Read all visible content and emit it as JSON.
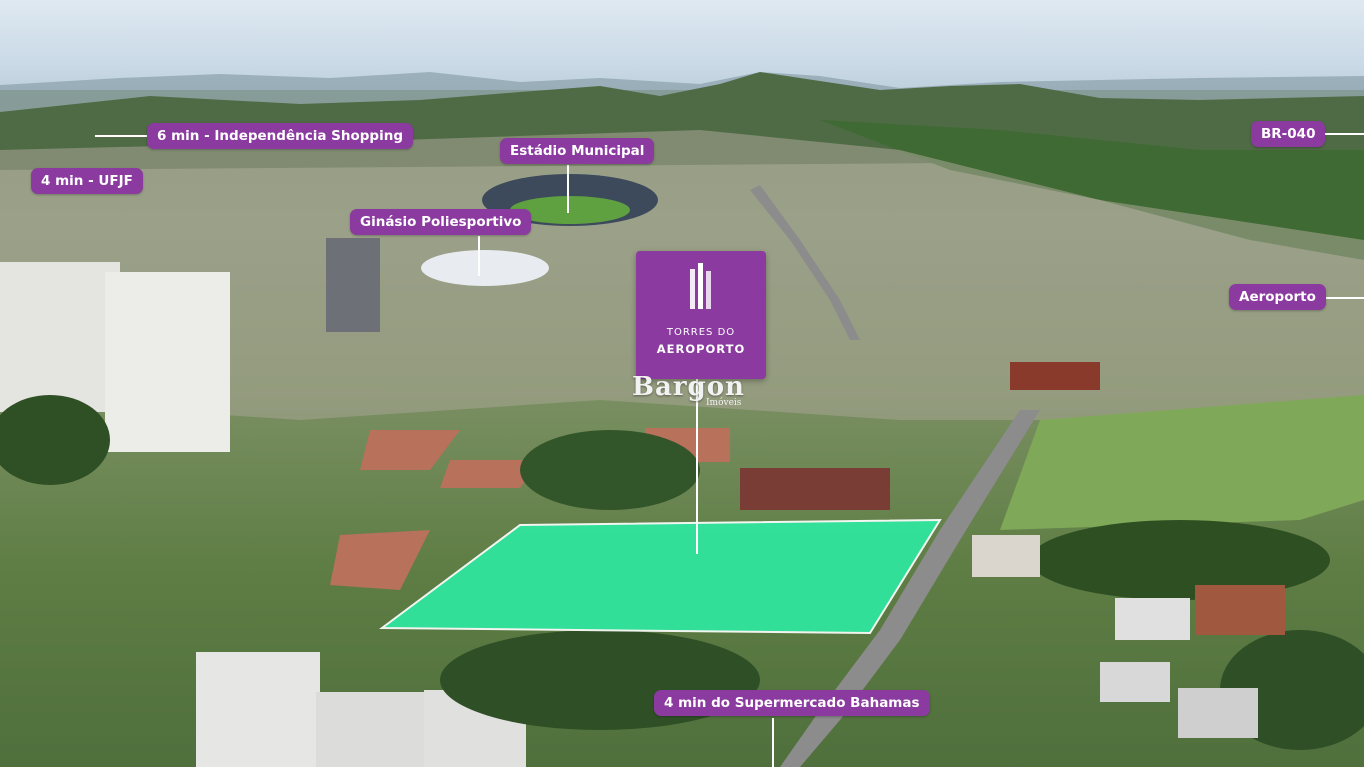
{
  "labels": {
    "ufjf": "4 min - UFJF",
    "shopping": "6 min - Independência Shopping",
    "estadio": "Estádio Municipal",
    "ginasio": "Ginásio Poliesportivo",
    "br040": "BR-040",
    "aeroporto": "Aeroporto",
    "supermercado": "4 min do Supermercado Bahamas"
  },
  "logo": {
    "line1": "TORRES DO",
    "line2": "AEROPORTO",
    "brand": "Bargon",
    "brand_sub": "Imóveis"
  },
  "colors": {
    "label_bg": "#8b3aa0",
    "plot_fill": "#2ee8a0",
    "plot_outline": "#ffffff"
  }
}
